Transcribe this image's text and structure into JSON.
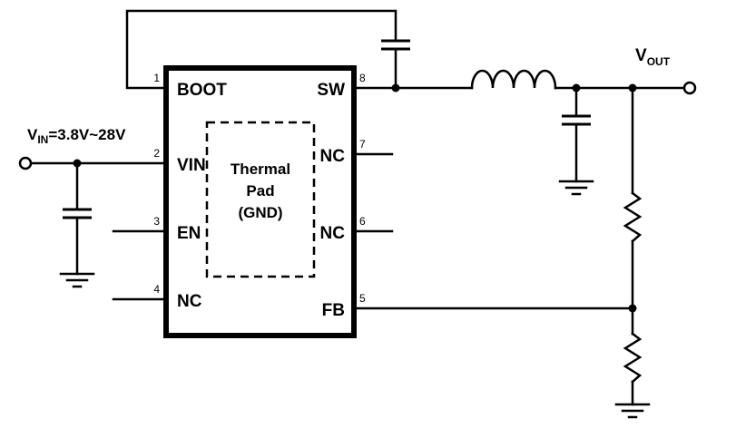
{
  "ic": {
    "pins": [
      {
        "num": "1",
        "label": "BOOT"
      },
      {
        "num": "2",
        "label": "VIN"
      },
      {
        "num": "3",
        "label": "EN"
      },
      {
        "num": "4",
        "label": "NC"
      },
      {
        "num": "5",
        "label": "FB"
      },
      {
        "num": "6",
        "label": "NC"
      },
      {
        "num": "7",
        "label": "NC"
      },
      {
        "num": "8",
        "label": "SW"
      }
    ],
    "thermal_pad": {
      "line1": "Thermal",
      "line2": "Pad",
      "line3": "(GND)"
    }
  },
  "nets": {
    "vin": {
      "prefix": "V",
      "sub": "IN",
      "value": "=3.8V~28V"
    },
    "vout": {
      "prefix": "V",
      "sub": "OUT"
    }
  },
  "colors": {
    "line": "#000000",
    "background": "#ffffff"
  }
}
